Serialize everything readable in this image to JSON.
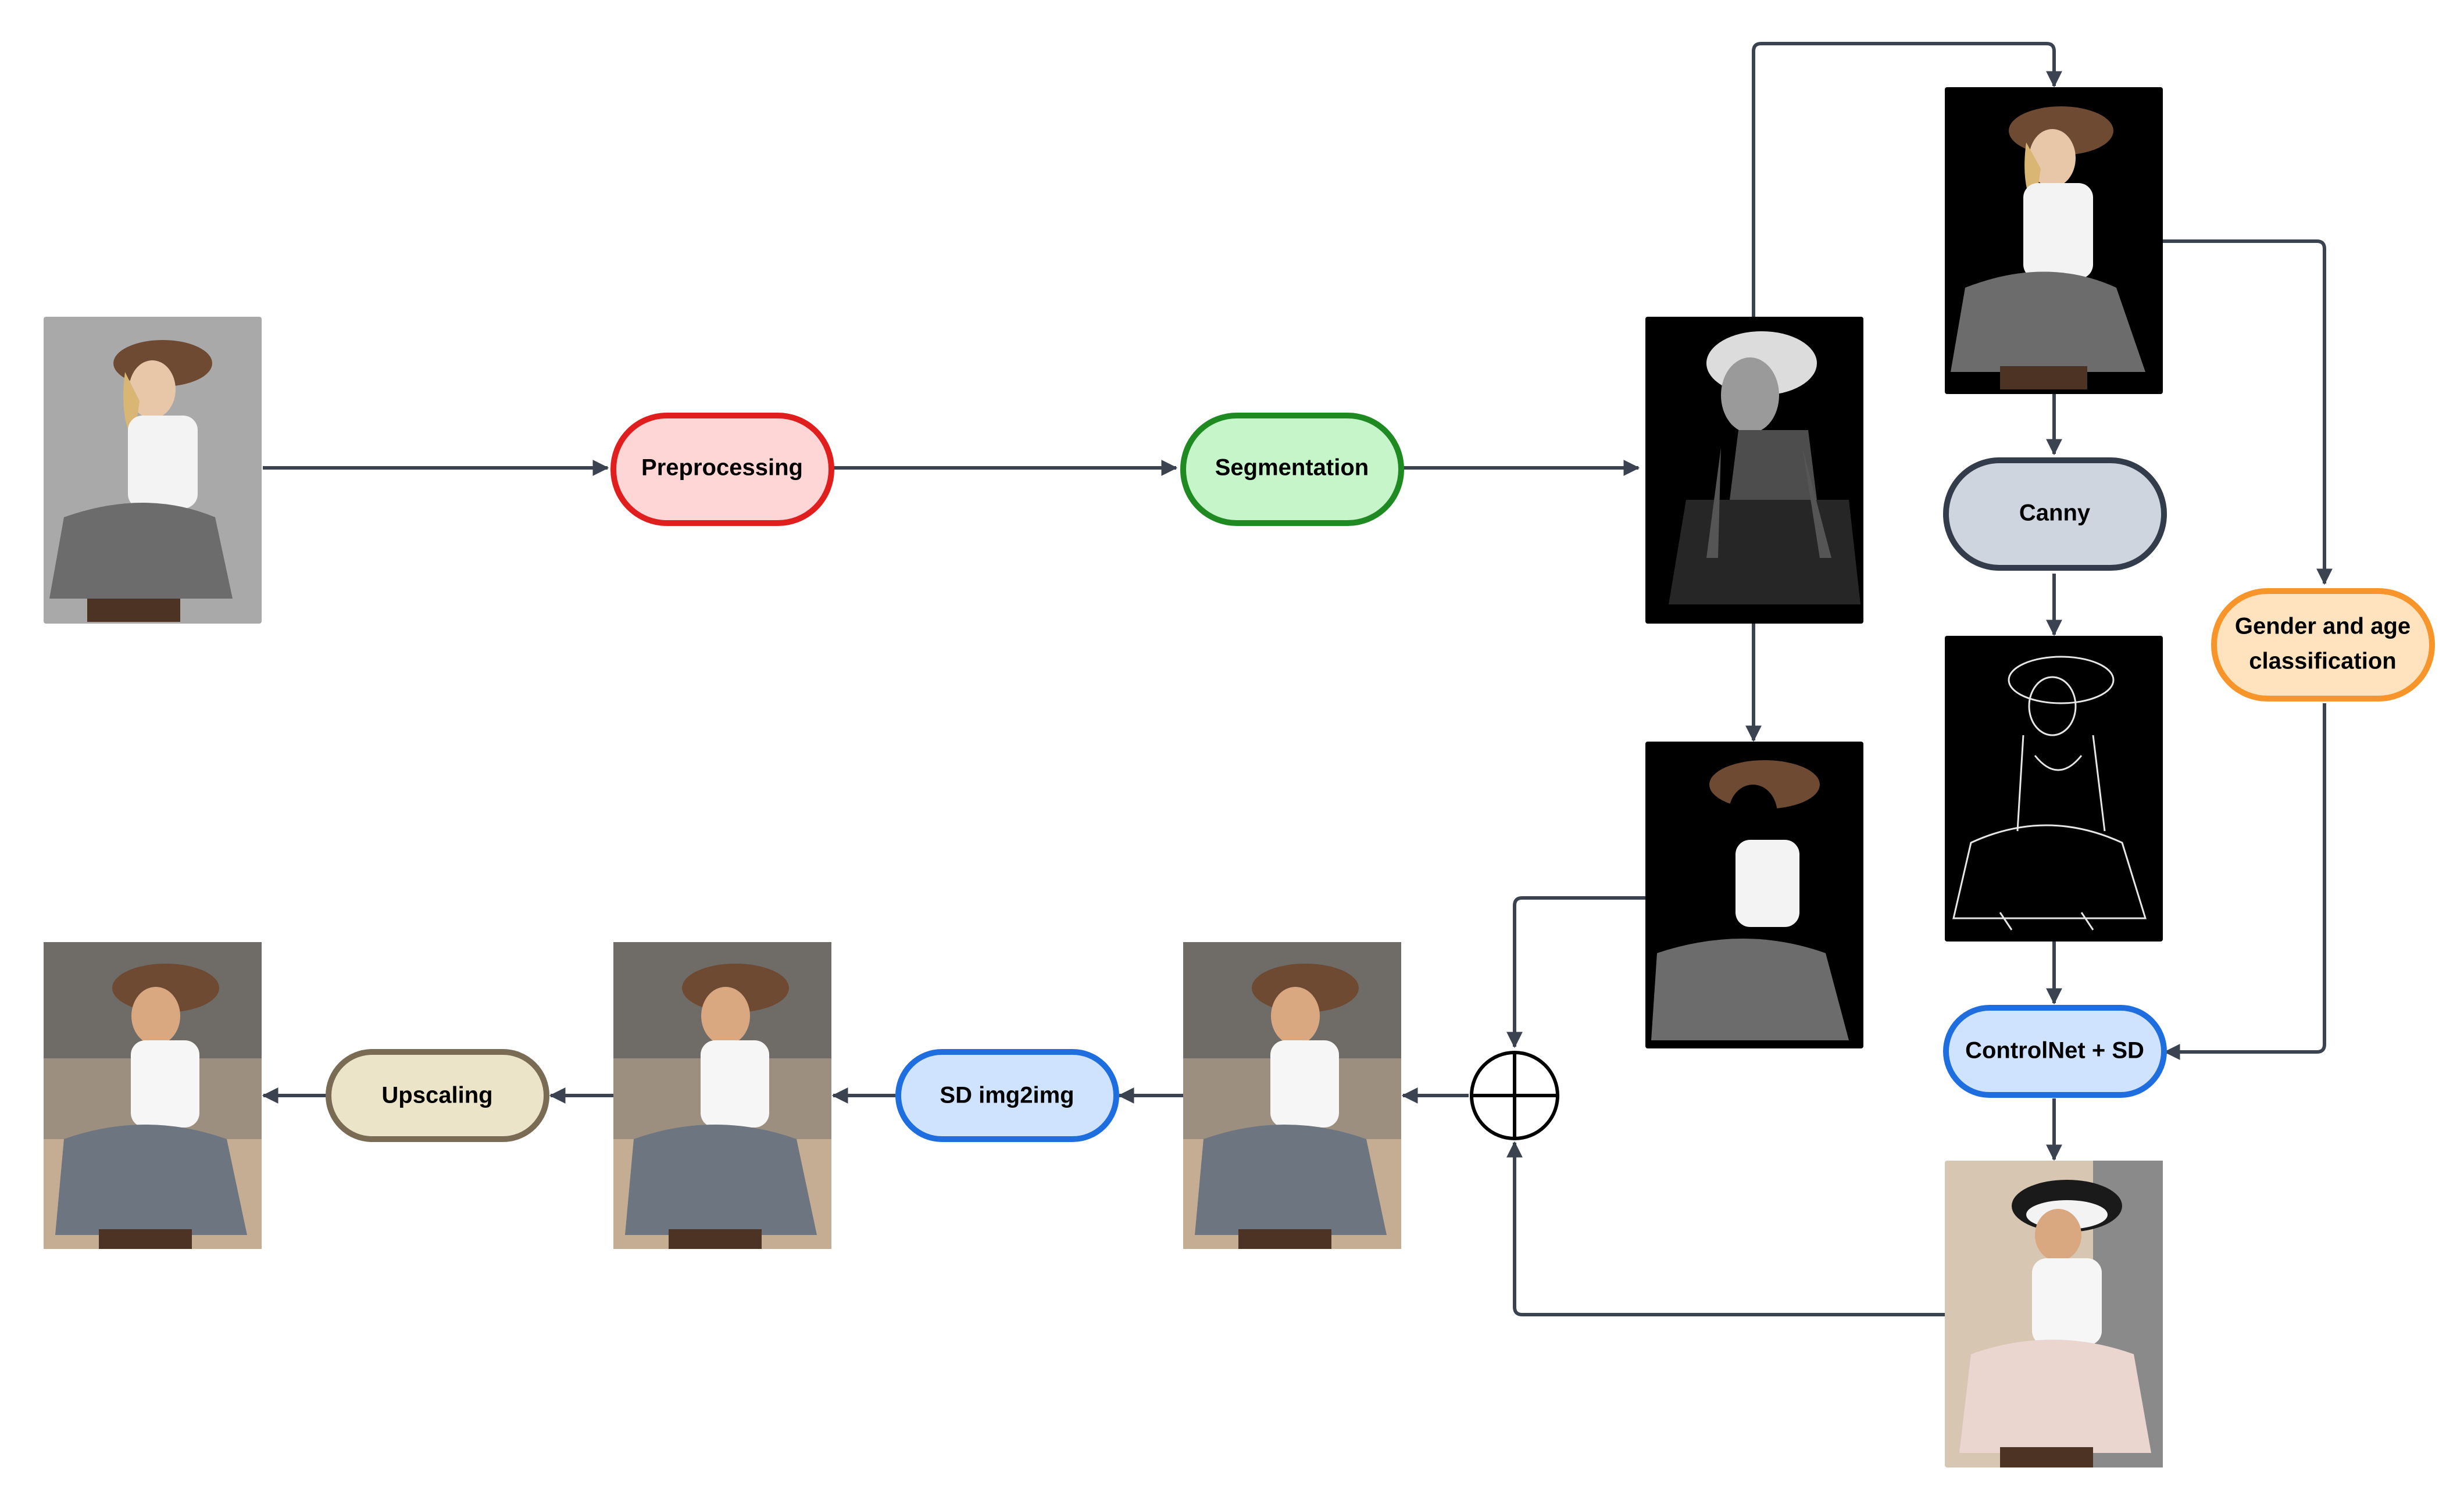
{
  "diagram": {
    "nodes": {
      "preprocessing": {
        "label": "Preprocessing",
        "fill": "#ffd6d6",
        "stroke": "#e01e1e"
      },
      "segmentation": {
        "label": "Segmentation",
        "fill": "#c6f5c9",
        "stroke": "#1f8a22"
      },
      "canny": {
        "label": "Canny",
        "fill": "#cfd5de",
        "stroke": "#323c4a"
      },
      "gender_age": {
        "line1": "Gender and age",
        "line2": "classification",
        "fill": "#ffe3bf",
        "stroke": "#f7952a"
      },
      "controlnet": {
        "label": "ControlNet + SD",
        "fill": "#cfe3ff",
        "stroke": "#1f6ee0"
      },
      "sd_img2img": {
        "label": "SD img2img",
        "fill": "#cfe3ff",
        "stroke": "#1f6ee0"
      },
      "upscaling": {
        "label": "Upscaling",
        "fill": "#ece4c8",
        "stroke": "#7a6c54"
      }
    },
    "images": [
      "input photo (grey background)",
      "segmentation map",
      "person masked on black",
      "canny edges",
      "head/hat/top masked",
      "ControlNet output",
      "combined image",
      "img2img output",
      "upscaled output"
    ],
    "colors": {
      "arrow": "#3b4350",
      "image_dark": "#000000",
      "image_grey": "#a9a9a9"
    }
  }
}
